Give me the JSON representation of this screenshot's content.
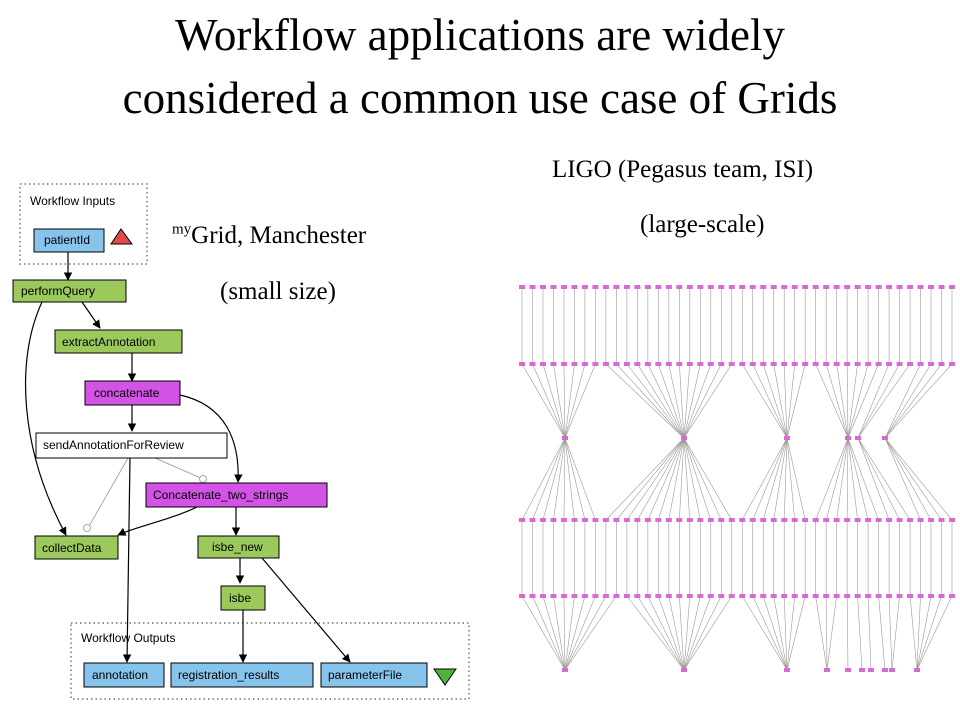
{
  "title_line1": "Workflow applications are widely",
  "title_line2": "considered a common use case of Grids",
  "mygrid": {
    "caption_sup": "my",
    "caption_main": "Grid, Manchester",
    "caption_size": "(small size)",
    "inputs_label": "Workflow Inputs",
    "outputs_label": "Workflow Outputs",
    "nodes": {
      "patientId": "patientId",
      "performQuery": "performQuery",
      "extractAnnotation": "extractAnnotation",
      "concatenate": "concatenate",
      "sendAnnotationForReview": "sendAnnotationForReview",
      "concatenateTwoStrings": "Concatenate_two_strings",
      "collectData": "collectData",
      "isbeNew": "isbe_new",
      "isbe": "isbe",
      "annotation": "annotation",
      "registrationResults": "registration_results",
      "parameterFile": "parameterFile"
    },
    "colors": {
      "input": "#86c4ec",
      "processor": "#9bc95b",
      "string": "#d253e6",
      "white": "#ffffff",
      "triangle_up": "#e24a4a",
      "triangle_down": "#4fb33b"
    }
  },
  "ligo": {
    "caption_main": "LIGO (Pegasus team, ISI)",
    "caption_size": "(large-scale)",
    "node_color": "#d86ad8",
    "edge_color": "#9a9a9a"
  }
}
